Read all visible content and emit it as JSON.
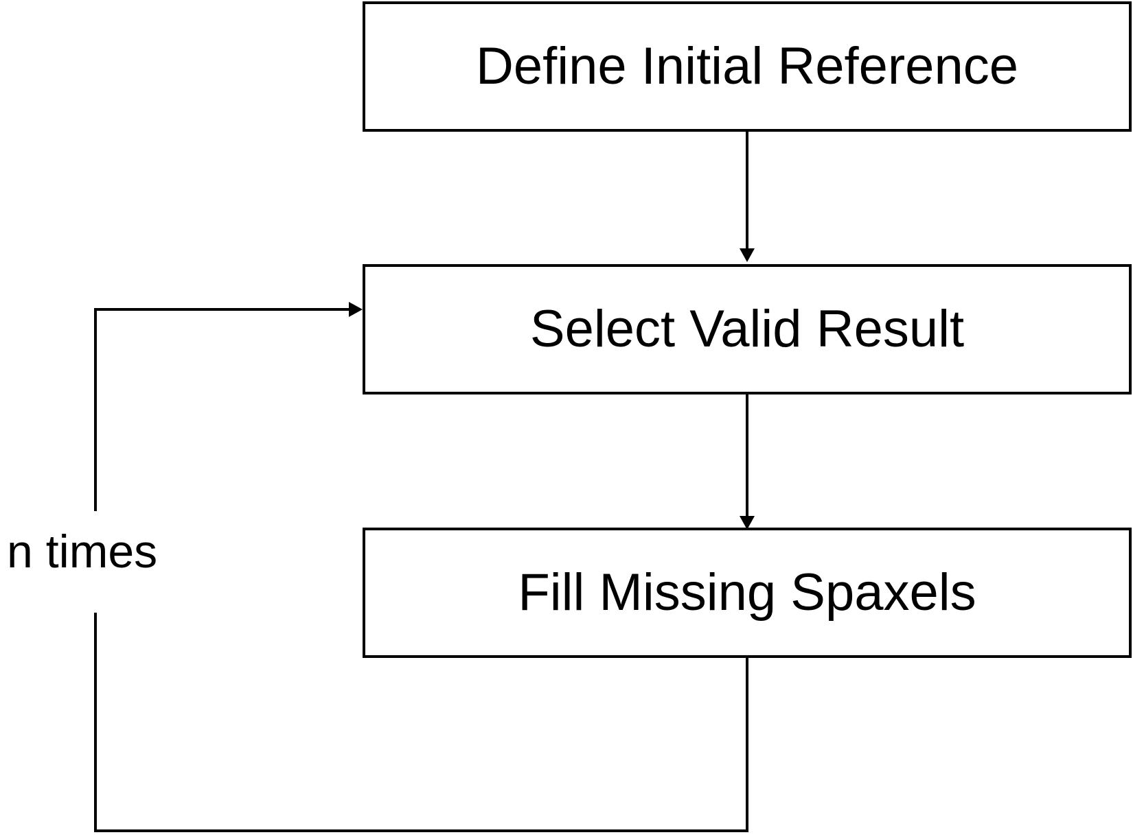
{
  "diagram": {
    "type": "flowchart",
    "line_color": "#000000",
    "boxes": [
      {
        "id": "define",
        "label": "Define Initial Reference"
      },
      {
        "id": "select",
        "label": "Select Valid Result"
      },
      {
        "id": "fill",
        "label": "Fill Missing Spaxels"
      }
    ],
    "edges": [
      {
        "from": "define",
        "to": "select"
      },
      {
        "from": "select",
        "to": "fill"
      },
      {
        "from": "fill",
        "to": "select",
        "kind": "loop"
      }
    ],
    "loop_label": "n times"
  }
}
